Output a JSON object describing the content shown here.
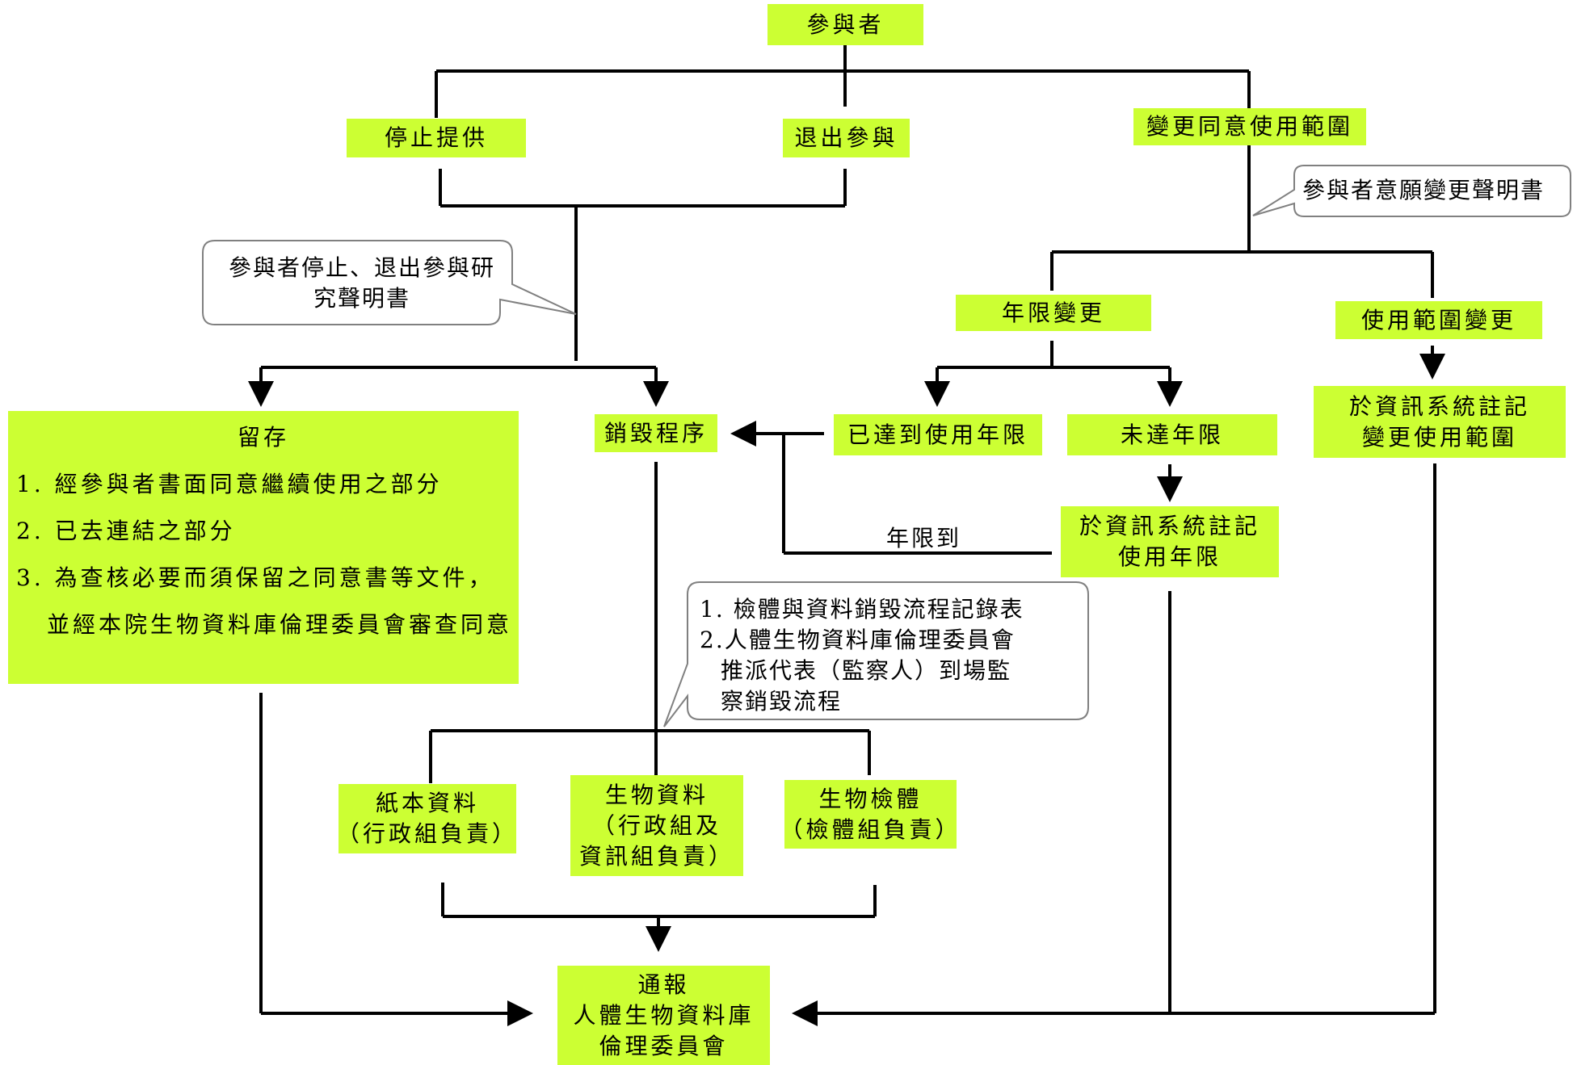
{
  "nodes": {
    "participant": "參與者",
    "stop_providing": "停止提供",
    "withdraw": "退出參與",
    "change_scope": "變更同意使用範圍",
    "retain": {
      "title": "留存",
      "items": [
        "1. 經參與者書面同意繼續使用之部分",
        "2. 已去連結之部分",
        "3. 為查核必要而須保留之同意書等文件，",
        "並經本院生物資料庫倫理委員會審查同意"
      ]
    },
    "destroy": "銷毀程序",
    "term_change": "年限變更",
    "use_scope_change": "使用範圍變更",
    "reached_term": "已達到使用年限",
    "not_reached": "未達年限",
    "register_scope": [
      "於資訊系統註記",
      "變更使用範圍"
    ],
    "register_term": [
      "於資訊系統註記",
      "使用年限"
    ],
    "paper_data": [
      "紙本資料",
      "（行政組負責）"
    ],
    "bio_data": [
      "生物資料",
      "（行政組及",
      "資訊組負責）"
    ],
    "bio_specimen": [
      "生物檢體",
      "（檢體組負責）"
    ],
    "notify": [
      "通報",
      "人體生物資料庫",
      "倫理委員會"
    ]
  },
  "callouts": {
    "withdraw_statement": [
      "參與者停止、退出參與研",
      "究聲明書"
    ],
    "change_statement": "參與者意願變更聲明書",
    "destroy_records": [
      "1. 檢體與資料銷毀流程記錄表",
      "2.人體生物資料庫倫理委員會",
      "推派代表（監察人）到場監",
      "察銷毀流程"
    ]
  },
  "edge_labels": {
    "term_due": "年限到"
  },
  "colors": {
    "box_fill": "#ccff33",
    "line": "#000000",
    "callout_border": "#808080"
  }
}
